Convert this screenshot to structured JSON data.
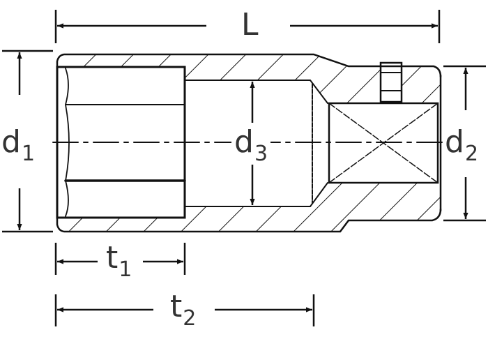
{
  "diagram": {
    "type": "technical-drawing",
    "subject": "socket-wrench-insert-cross-section",
    "colors": {
      "line": "#111111",
      "text": "#333333",
      "background": "#ffffff"
    },
    "dimensions": {
      "L": {
        "main": "L",
        "sub": ""
      },
      "d1": {
        "main": "d",
        "sub": "1"
      },
      "d2": {
        "main": "d",
        "sub": "2"
      },
      "d3": {
        "main": "d",
        "sub": "3"
      },
      "t1": {
        "main": "t",
        "sub": "1"
      },
      "t2": {
        "main": "t",
        "sub": "2"
      }
    }
  }
}
